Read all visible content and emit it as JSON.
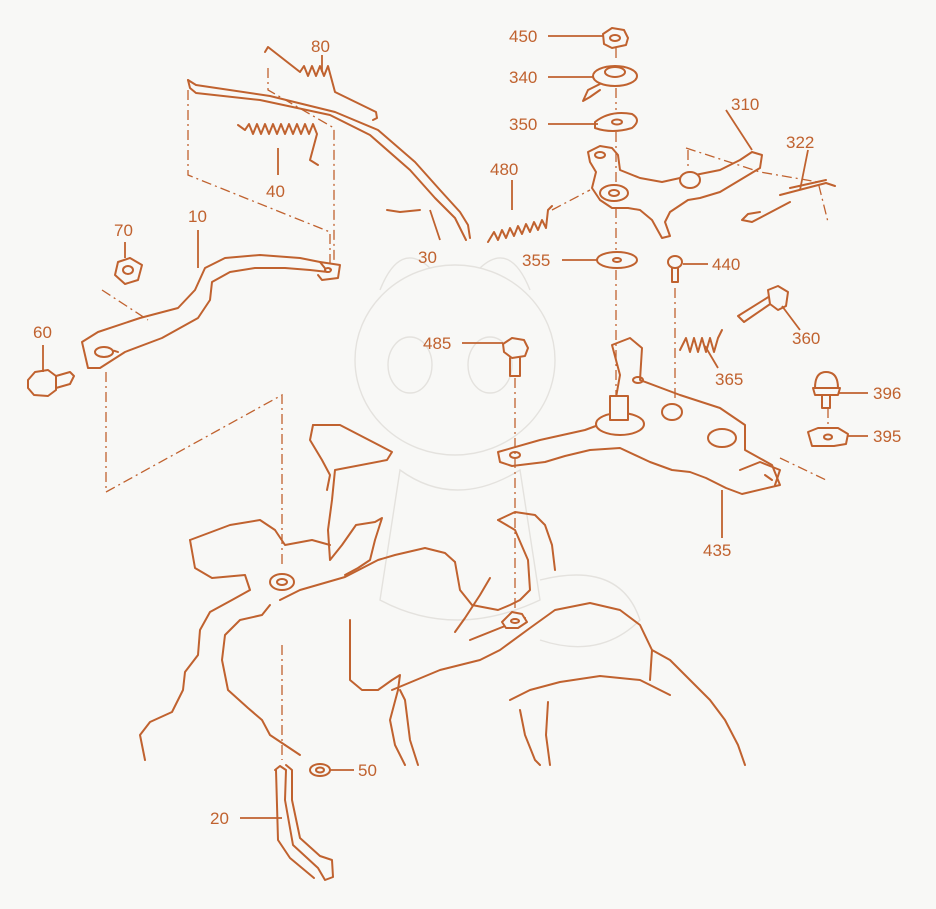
{
  "colors": {
    "ink": "#c0622f",
    "background": "#f8f8f6",
    "watermark": "#e4e2de"
  },
  "labels": {
    "p10": "10",
    "p20": "20",
    "p30": "30",
    "p40": "40",
    "p50": "50",
    "p60": "60",
    "p70": "70",
    "p80": "80",
    "p310": "310",
    "p322": "322",
    "p340": "340",
    "p350": "350",
    "p355": "355",
    "p360": "360",
    "p365": "365",
    "p395": "395",
    "p396": "396",
    "p435": "435",
    "p440": "440",
    "p450": "450",
    "p480": "480",
    "p485": "485"
  }
}
